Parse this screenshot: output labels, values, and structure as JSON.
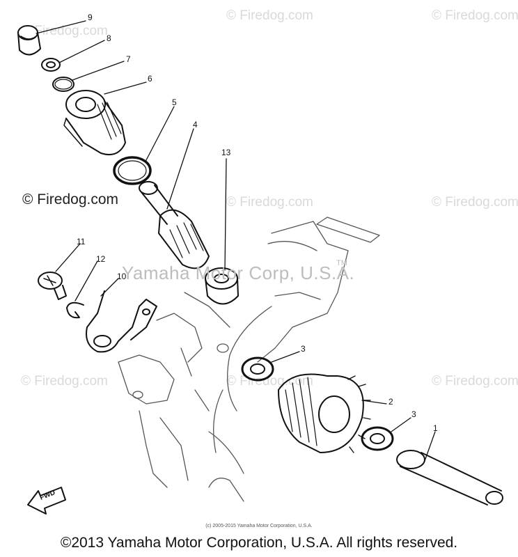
{
  "diagram": {
    "watermarks": [
      "© Firedog.com",
      "© Firedog.com",
      "© Firedog.com",
      "© Firedog.com",
      "© Firedog.com",
      "© Firedog.com",
      "© Firedog.com",
      "© Firedog.com"
    ],
    "watermark_main": "© Firedog.com",
    "center_watermark": "Yamaha Motor Corp, U.S.A.",
    "trademark": "TM",
    "callouts": [
      "9",
      "8",
      "7",
      "6",
      "5",
      "4",
      "13",
      "11",
      "12",
      "10",
      "3",
      "2",
      "3",
      "1"
    ],
    "fwd_label": "FWD",
    "small_copyright": "(c) 2005-2015 Yamaha Motor Corporation, U.S.A.",
    "copyright": "©2013 Yamaha Motor Corporation, U.S.A. All rights reserved."
  }
}
